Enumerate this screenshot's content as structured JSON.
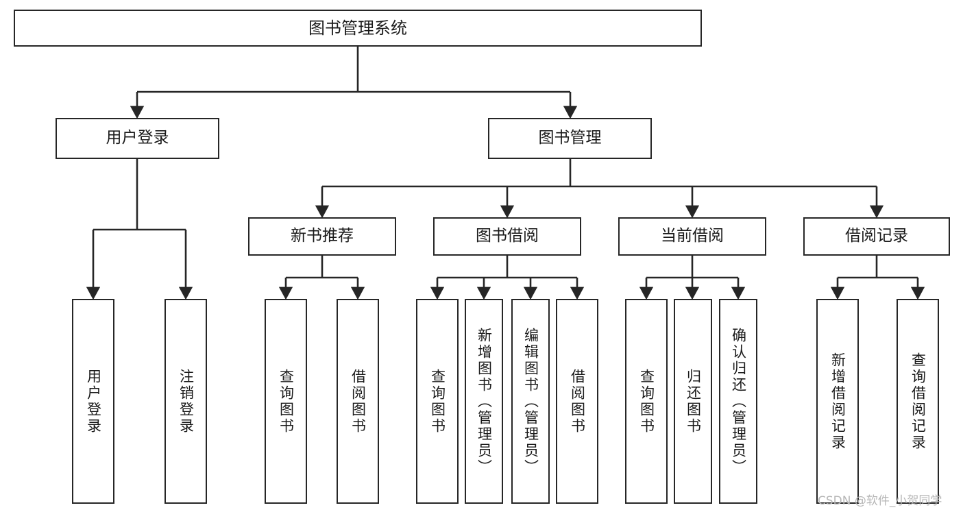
{
  "diagram": {
    "title": "图书管理系统",
    "type": "tree-hierarchy",
    "orientation": "top-down",
    "colors": {
      "node_border": "#262626",
      "node_fill": "#ffffff",
      "edge": "#262626",
      "text": "#1a1a1a",
      "watermark": "#b6b6b6",
      "background": "#ffffff"
    },
    "nodes": {
      "root": {
        "label": "图书管理系统"
      },
      "level2": [
        {
          "label": "用户登录"
        },
        {
          "label": "图书管理"
        }
      ],
      "level3": [
        {
          "label": "新书推荐"
        },
        {
          "label": "图书借阅"
        },
        {
          "label": "当前借阅"
        },
        {
          "label": "借阅记录"
        }
      ],
      "leaves": {
        "user_login": [
          {
            "label": "用户登录"
          },
          {
            "label": "注销登录"
          }
        ],
        "new_book_recommend": [
          {
            "label": "查询图书"
          },
          {
            "label": "借阅图书"
          }
        ],
        "book_borrow": [
          {
            "label": "查询图书"
          },
          {
            "label": "新增图书（管理员）"
          },
          {
            "label": "编辑图书（管理员）"
          },
          {
            "label": "借阅图书"
          }
        ],
        "current_borrow": [
          {
            "label": "查询图书"
          },
          {
            "label": "归还图书"
          },
          {
            "label": "确认归还（管理员）"
          }
        ],
        "borrow_record": [
          {
            "label": "新增借阅记录"
          },
          {
            "label": "查询借阅记录"
          }
        ]
      }
    },
    "watermark": "CSDN @软件_小贺同学"
  }
}
